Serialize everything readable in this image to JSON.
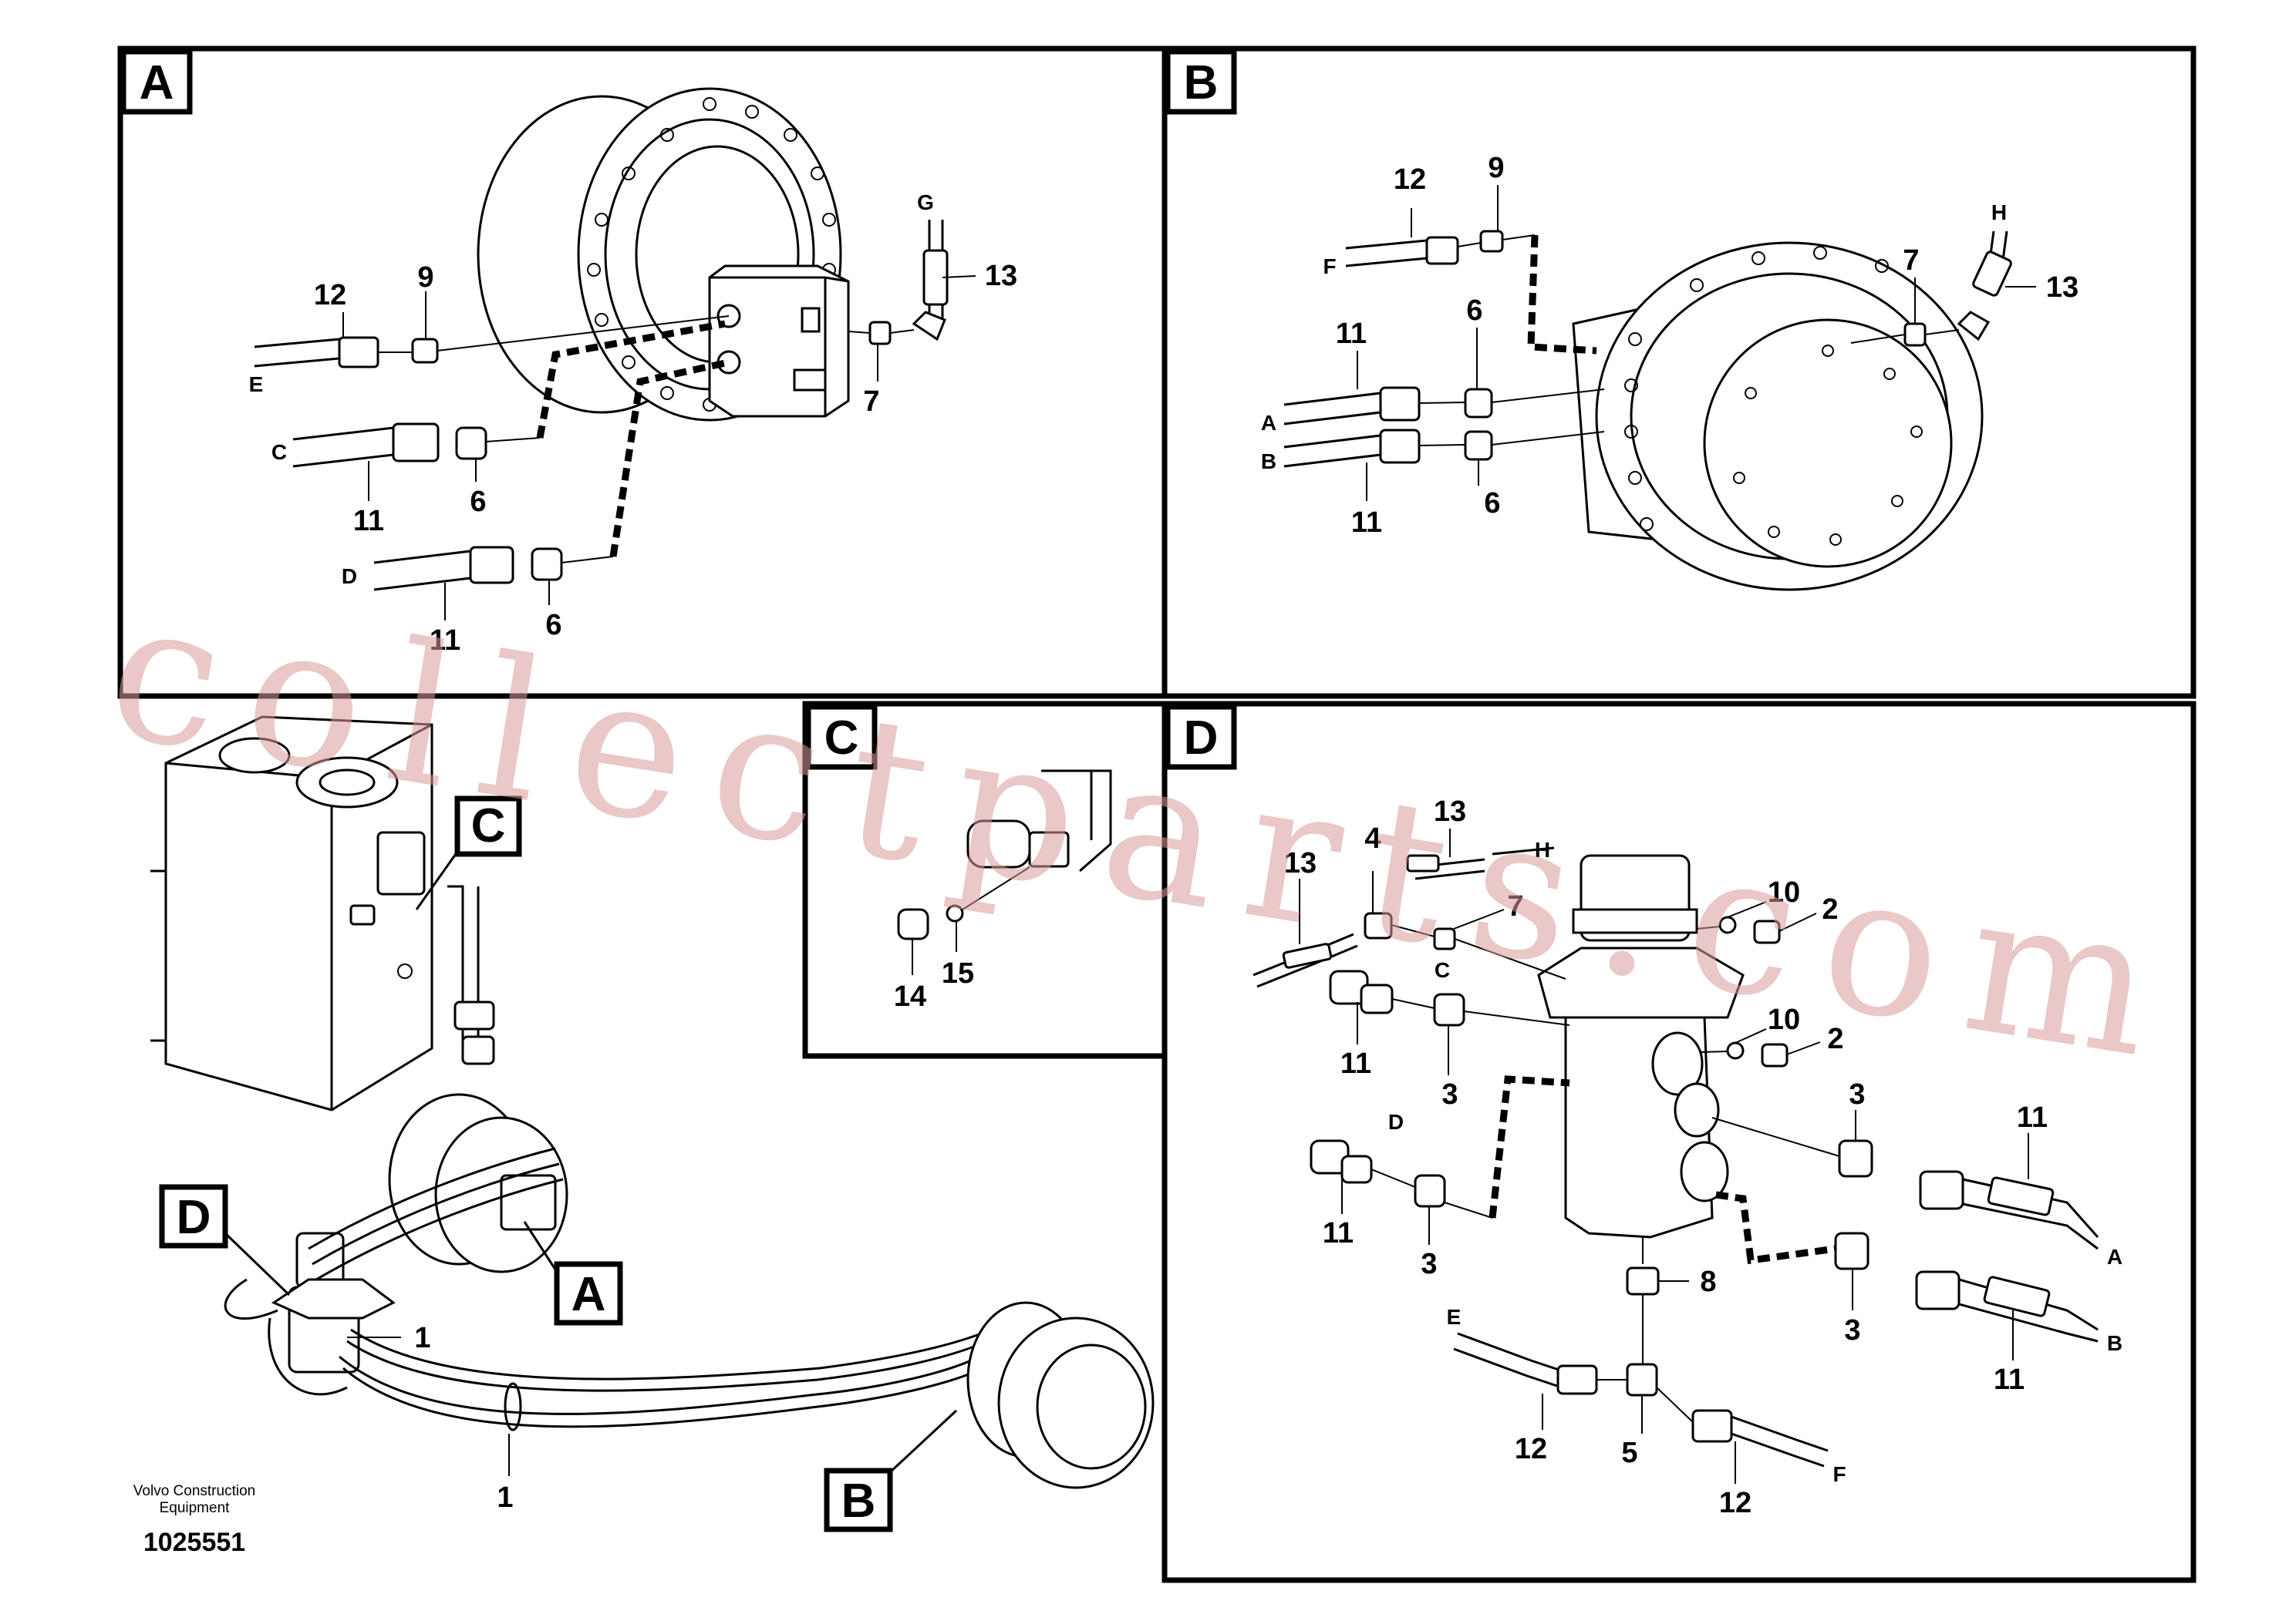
{
  "panels": {
    "A": {
      "tag": "A",
      "hose_letters": [
        "E",
        "C",
        "D",
        "G"
      ],
      "callouts": [
        "12",
        "9",
        "11",
        "6",
        "11",
        "6",
        "7",
        "13"
      ]
    },
    "B": {
      "tag": "B",
      "hose_letters": [
        "F",
        "A",
        "B",
        "H"
      ],
      "callouts": [
        "12",
        "9",
        "11",
        "6",
        "11",
        "6",
        "7",
        "13"
      ]
    },
    "C": {
      "tag": "C",
      "callouts": [
        "14",
        "15"
      ]
    },
    "D": {
      "tag": "D",
      "hose_letters": [
        "H",
        "C",
        "D",
        "E",
        "F",
        "A",
        "B"
      ],
      "callouts": [
        "13",
        "4",
        "13",
        "7",
        "10",
        "2",
        "10",
        "2",
        "11",
        "3",
        "11",
        "3",
        "8",
        "3",
        "11",
        "3",
        "11",
        "12",
        "5",
        "12"
      ]
    }
  },
  "overview": {
    "tags": [
      "C",
      "D",
      "A",
      "B"
    ],
    "callouts": [
      "1",
      "1"
    ]
  },
  "footer": {
    "company_line1": "Volvo Construction",
    "company_line2": "Equipment",
    "doc_number": "1025551"
  },
  "watermark": "collectparts.com"
}
